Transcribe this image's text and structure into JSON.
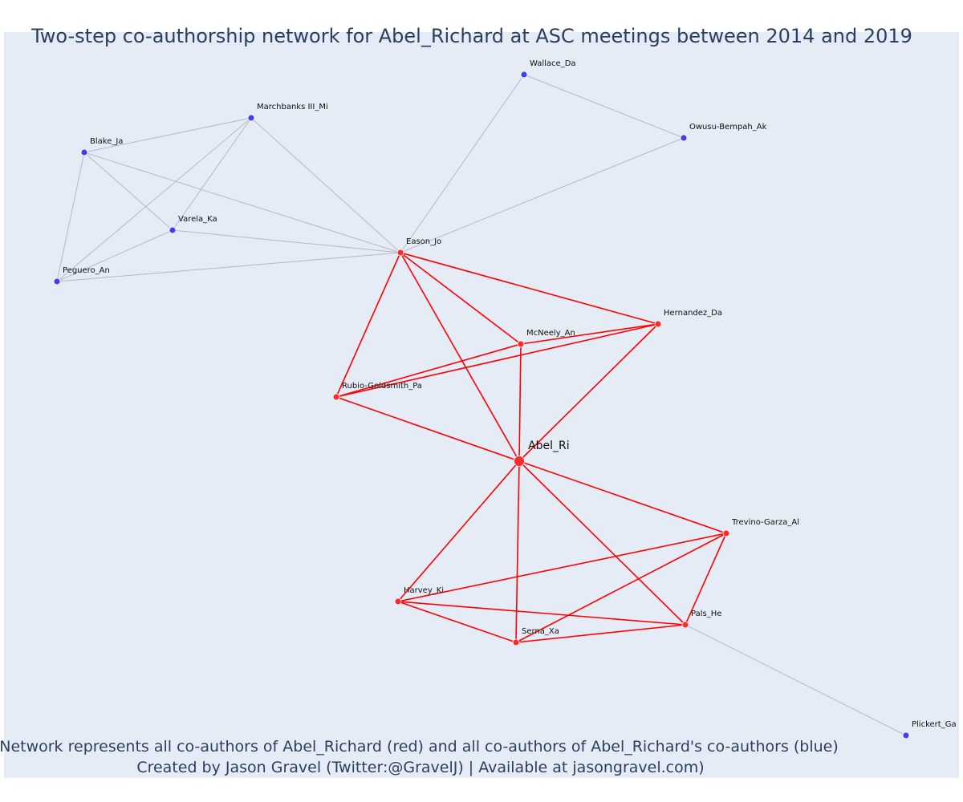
{
  "title": "Two-step co-authorship network for Abel_Richard at ASC meetings between 2014 and 2019",
  "caption_line1": "Network represents all co-authors of Abel_Richard (red) and all co-authors of Abel_Richard's co-authors (blue)",
  "caption_line2": "Created by Jason Gravel (Twitter:@GravelJ) | Available at jasongravel.com)",
  "colors": {
    "background": "#e5ecf6",
    "first_step": "#ff2a2a",
    "second_step": "#4040ee",
    "first_step_edge": "#ff0000",
    "second_step_edge": "#b4b8cc",
    "text": "#2a3f5f"
  },
  "nodes": [
    {
      "id": "Abel_Ri",
      "group": "focal"
    },
    {
      "id": "Eason_Jo",
      "group": "coauthor"
    },
    {
      "id": "Hernandez_Da",
      "group": "coauthor"
    },
    {
      "id": "McNeely_An",
      "group": "coauthor"
    },
    {
      "id": "Rubio-Goldsmith_Pa",
      "group": "coauthor"
    },
    {
      "id": "Trevino-Garza_Al",
      "group": "coauthor"
    },
    {
      "id": "Harvey_Ki",
      "group": "coauthor"
    },
    {
      "id": "Serna_Xa",
      "group": "coauthor"
    },
    {
      "id": "Pals_He",
      "group": "coauthor"
    },
    {
      "id": "Wallace_Da",
      "group": "second"
    },
    {
      "id": "Owusu-Bempah_Ak",
      "group": "second"
    },
    {
      "id": "Marchbanks III_Mi",
      "group": "second"
    },
    {
      "id": "Blake_Ja",
      "group": "second"
    },
    {
      "id": "Varela_Ka",
      "group": "second"
    },
    {
      "id": "Peguero_An",
      "group": "second"
    },
    {
      "id": "Plickert_Ga",
      "group": "second"
    }
  ],
  "edges": [
    [
      "Abel_Ri",
      "Eason_Jo"
    ],
    [
      "Abel_Ri",
      "Hernandez_Da"
    ],
    [
      "Abel_Ri",
      "McNeely_An"
    ],
    [
      "Abel_Ri",
      "Rubio-Goldsmith_Pa"
    ],
    [
      "Abel_Ri",
      "Trevino-Garza_Al"
    ],
    [
      "Abel_Ri",
      "Harvey_Ki"
    ],
    [
      "Abel_Ri",
      "Serna_Xa"
    ],
    [
      "Abel_Ri",
      "Pals_He"
    ],
    [
      "Eason_Jo",
      "Hernandez_Da"
    ],
    [
      "Eason_Jo",
      "McNeely_An"
    ],
    [
      "Eason_Jo",
      "Rubio-Goldsmith_Pa"
    ],
    [
      "Hernandez_Da",
      "McNeely_An"
    ],
    [
      "Hernandez_Da",
      "Rubio-Goldsmith_Pa"
    ],
    [
      "McNeely_An",
      "Rubio-Goldsmith_Pa"
    ],
    [
      "Trevino-Garza_Al",
      "Harvey_Ki"
    ],
    [
      "Trevino-Garza_Al",
      "Serna_Xa"
    ],
    [
      "Trevino-Garza_Al",
      "Pals_He"
    ],
    [
      "Harvey_Ki",
      "Serna_Xa"
    ],
    [
      "Harvey_Ki",
      "Pals_He"
    ],
    [
      "Serna_Xa",
      "Pals_He"
    ],
    [
      "Eason_Jo",
      "Wallace_Da"
    ],
    [
      "Eason_Jo",
      "Owusu-Bempah_Ak"
    ],
    [
      "Eason_Jo",
      "Marchbanks III_Mi"
    ],
    [
      "Eason_Jo",
      "Blake_Ja"
    ],
    [
      "Eason_Jo",
      "Varela_Ka"
    ],
    [
      "Eason_Jo",
      "Peguero_An"
    ],
    [
      "Wallace_Da",
      "Owusu-Bempah_Ak"
    ],
    [
      "Marchbanks III_Mi",
      "Blake_Ja"
    ],
    [
      "Marchbanks III_Mi",
      "Varela_Ka"
    ],
    [
      "Marchbanks III_Mi",
      "Peguero_An"
    ],
    [
      "Blake_Ja",
      "Varela_Ka"
    ],
    [
      "Blake_Ja",
      "Peguero_An"
    ],
    [
      "Varela_Ka",
      "Peguero_An"
    ],
    [
      "Pals_He",
      "Plickert_Ga"
    ]
  ]
}
